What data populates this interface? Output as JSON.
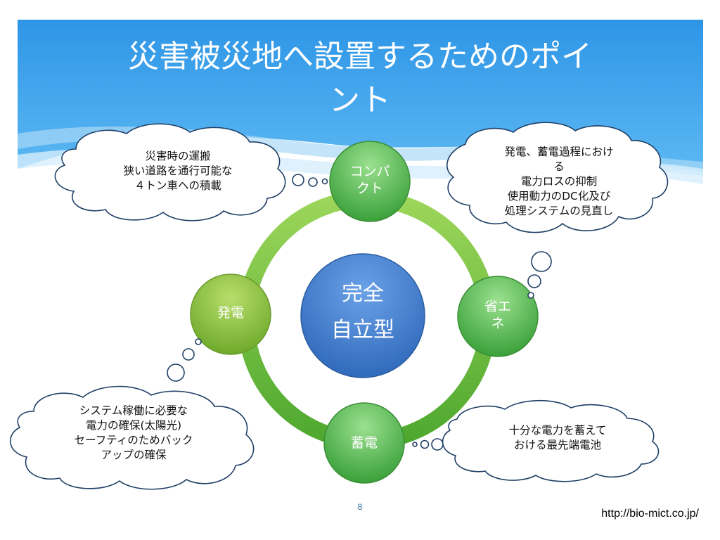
{
  "slide": {
    "title_line1": "災害被災地へ設置するためのポイ",
    "title_line2": "ント",
    "page_number": "8",
    "url": "http://bio-mict.co.jp/"
  },
  "center": {
    "line1": "完全",
    "line2": "自立型"
  },
  "nodes": {
    "compact": {
      "line1": "コンパ",
      "line2": "クト"
    },
    "energy_saving": {
      "line1": "省エ",
      "line2": "ネ"
    },
    "storage": {
      "line1": "蓄電"
    },
    "generation": {
      "line1": "発電"
    }
  },
  "callouts": {
    "top_left": [
      "災害時の運搬",
      "狭い道路を通行可能な",
      "４トン車への積載"
    ],
    "top_right": [
      "発電、蓄電過程におけ",
      "る",
      "電力ロスの抑制",
      "使用動力のDC化及び",
      "処理システムの見直し"
    ],
    "bottom_left": [
      "システム稼働に必要な",
      "電力の確保(太陽光)",
      "セーフティのためバック",
      "アップの確保"
    ],
    "bottom_right": [
      "十分な電力を蓄えて",
      "おける最先端電池"
    ]
  },
  "colors": {
    "header_blue": "#2f9be8",
    "ring_green": "#74bf3f",
    "node_green": "#4fb34a",
    "center_blue": "#3a78c8",
    "cloud_stroke": "#1f3f66"
  }
}
